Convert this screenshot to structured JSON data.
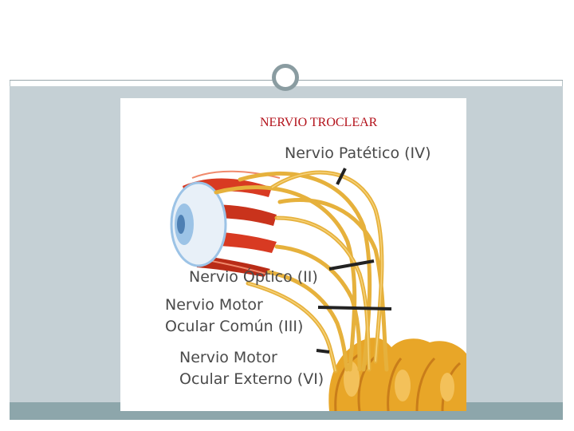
{
  "slide": {
    "title": "NERVIO TROCLEAR",
    "labels": {
      "pathetic": "Nervio Patético (IV)",
      "optic": "Nervio Óptico (II)",
      "motor_common_line1": "Nervio Motor",
      "motor_common_line2": "Ocular Común (III)",
      "motor_external_line1": "Nervio Motor",
      "motor_external_line2": "Ocular Externo (VI)"
    }
  },
  "colors": {
    "title": "#b3121b",
    "nerve": "#e6b13c",
    "muscle": "#d83a22",
    "brainstem": "#e8a628",
    "eye": "#9cc3e6"
  }
}
